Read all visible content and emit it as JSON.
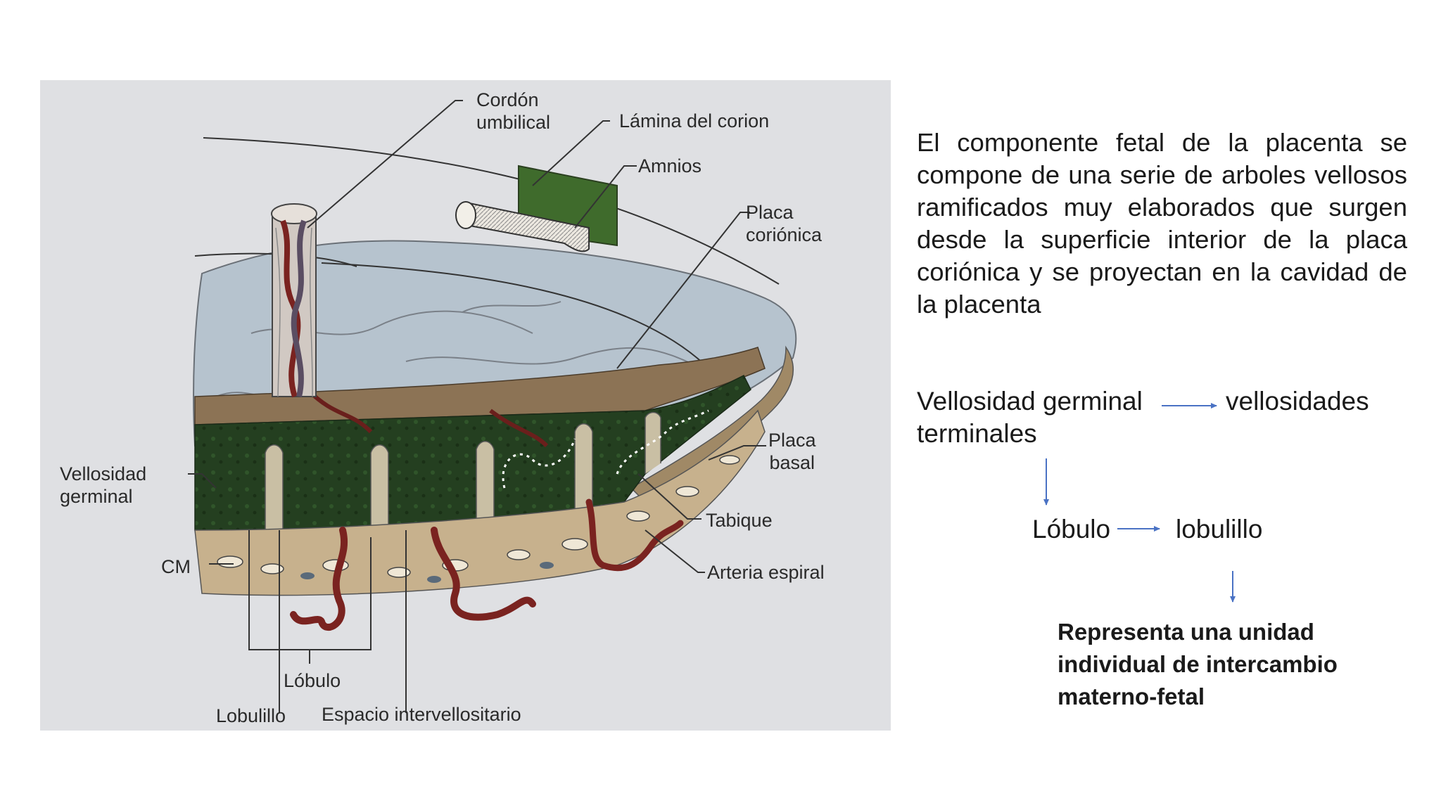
{
  "figure": {
    "labels": {
      "cordon": "Cordón\numbilical",
      "lamina": "Lámina del corion",
      "amnios": "Amnios",
      "placa_corionica": "Placa\ncoriónica",
      "vellosidad": "Vellosidad\ngerminal",
      "placa_basal": "Placa\nbasal",
      "tabique": "Tabique",
      "cm": "CM",
      "arteria": "Arteria espiral",
      "lobulo": "Lóbulo",
      "lobulillo": "Lobulillo",
      "espacio": "Espacio intervellositario"
    }
  },
  "text": {
    "paragraph": "El componente fetal de la placenta se compone de una serie de arboles vellosos ramificados muy elaborados que surgen desde la superficie interior de la placa coriónica y se proyectan en la cavidad de la placenta",
    "flow": {
      "vellosidad_germinal": "Vellosidad germinal",
      "vellosidades": "vellosidades",
      "terminales": "terminales",
      "lobulo": "Lóbulo",
      "lobulillo": "lobulillo",
      "conclusion": "Representa una unidad individual de intercambio materno-fetal"
    }
  },
  "colors": {
    "arrow": "#4a72c4",
    "chorion_green": "#3f6b2c",
    "villi_dark": "#1f3a1c",
    "artery": "#7a2320",
    "membrane": "#b7c4cf"
  }
}
